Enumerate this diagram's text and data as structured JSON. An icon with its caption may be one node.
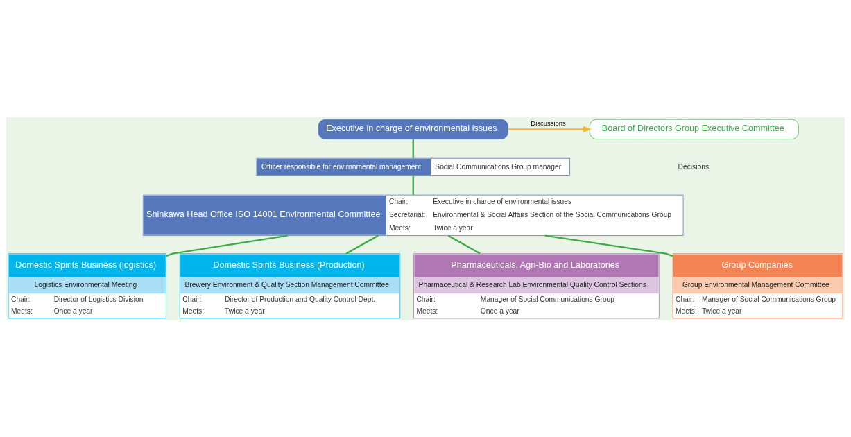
{
  "diagram": {
    "nodes": [
      {
        "text": [
          "Executive in charge of environmental issues"
        ]
      },
      {
        "text": [
          "Board of Directors Group Executive Committee"
        ]
      },
      {
        "text": [
          "Officer responsible for environmental management",
          "Social Communications Group manager"
        ]
      },
      {
        "text": [
          "Shinkawa Head Office ISO 14001 Environmental Committee",
          "Chair:",
          "Executive in charge of environmental issues",
          "Secretariat:",
          "Environmental & Social Affairs Section of the Social Communications Group",
          "Meets:",
          "Twice a year"
        ]
      },
      {
        "text": [
          "Domestic Spirits Business (logistics)",
          "Logistics Environmental Meeting",
          "Chair:",
          "Director of Logistics Division",
          "Meets:",
          "Once a year"
        ]
      },
      {
        "text": [
          "Domestic Spirits Business (Production)",
          "Brewery Environment & Quality Section Management Committee",
          "Chair:",
          "Director of Production and Quality Control Dept.",
          "Meets:",
          "Twice a year"
        ]
      },
      {
        "text": [
          "Pharmaceuticals, Agri-Bio and Laboratories",
          "Pharmaceutical & Research Lab Environmental Quality Control Sections",
          "Chair:",
          "Manager of Social Communications Group",
          "Meets:",
          "Once a year"
        ]
      },
      {
        "text": [
          "Group Companies",
          "Group Environmental Management Committee",
          "Chair:",
          "Manager of Social Communications Group",
          "Meets:",
          "Twice a year"
        ]
      }
    ],
    "edges": [
      {
        "from": 0,
        "to": 1,
        "arrow": "to",
        "label": "Discussions",
        "color": "#f6b53a"
      },
      {
        "from": 0,
        "to": 2,
        "arrow": "none"
      },
      {
        "from": 2,
        "to": 3,
        "arrow": "none"
      },
      {
        "from": 3,
        "to": 4,
        "arrow": "none"
      },
      {
        "from": 3,
        "to": 5,
        "arrow": "none"
      },
      {
        "from": 3,
        "to": 6,
        "arrow": "none"
      },
      {
        "from": 3,
        "to": 7,
        "arrow": "none"
      }
    ],
    "labels": [
      "Decisions"
    ]
  }
}
